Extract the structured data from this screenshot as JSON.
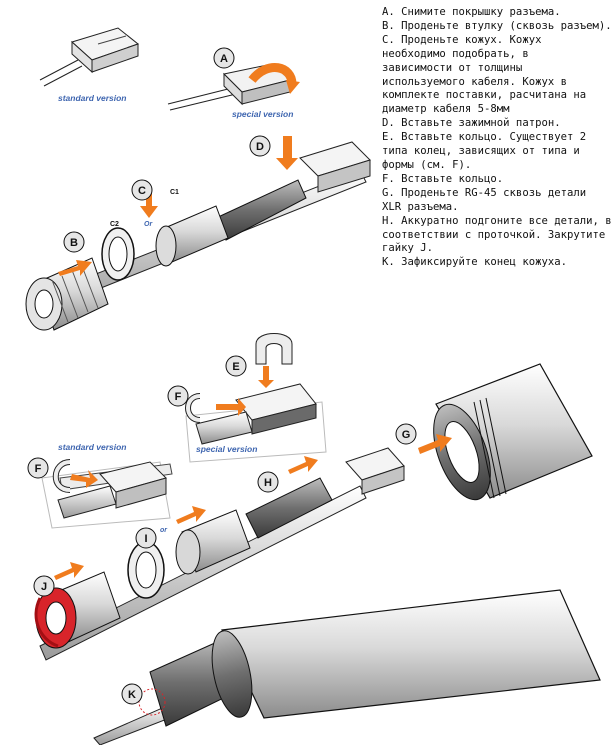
{
  "instructions": [
    "A. Снимите покрышку разъема.",
    "B. Проденьте втулку (сквозь разъем).",
    "C. Проденьте кожух. Кожух",
    "необходимо подобрать, в",
    "зависимости от толщины",
    "используемого кабеля. Кожух в",
    "комплекте поставки, расчитана на",
    "диаметр кабеля 5-8мм",
    "D. Вставьте зажимной патрон.",
    "E. Вставьте кольцо. Существует 2",
    "типа колец, зависящих от типа и",
    "формы (см. F).",
    "F. Вставьте кольцо.",
    "G. Проденьте RG-45 сквозь детали",
    "XLR разъема.",
    "H. Аккуратно подгоните все детали, в",
    "соответствии с проточкой. Закрутите",
    "гайку J.",
    "K. Зафиксируйте конец кожуха."
  ],
  "labels": {
    "standard_version_top": "standard version",
    "special_version_top": "special version",
    "standard_version_mid": "standard version",
    "special_version_mid": "special version",
    "c1": "C1",
    "c2": "C2",
    "or_top": "Or",
    "or_bottom": "or",
    "step_a": "A",
    "step_b": "B",
    "step_c": "C",
    "step_d": "D",
    "step_e": "E",
    "step_f_top": "F",
    "step_f_left": "F",
    "step_g": "G",
    "step_h": "H",
    "step_i": "I",
    "step_j": "J",
    "step_k": "K"
  },
  "colors": {
    "arrow_orange": "#f07c1e",
    "label_blue": "#3f66b0",
    "nut_red": "#d8242a",
    "outline": "#111111",
    "circle_fill": "#e6e6e6"
  }
}
